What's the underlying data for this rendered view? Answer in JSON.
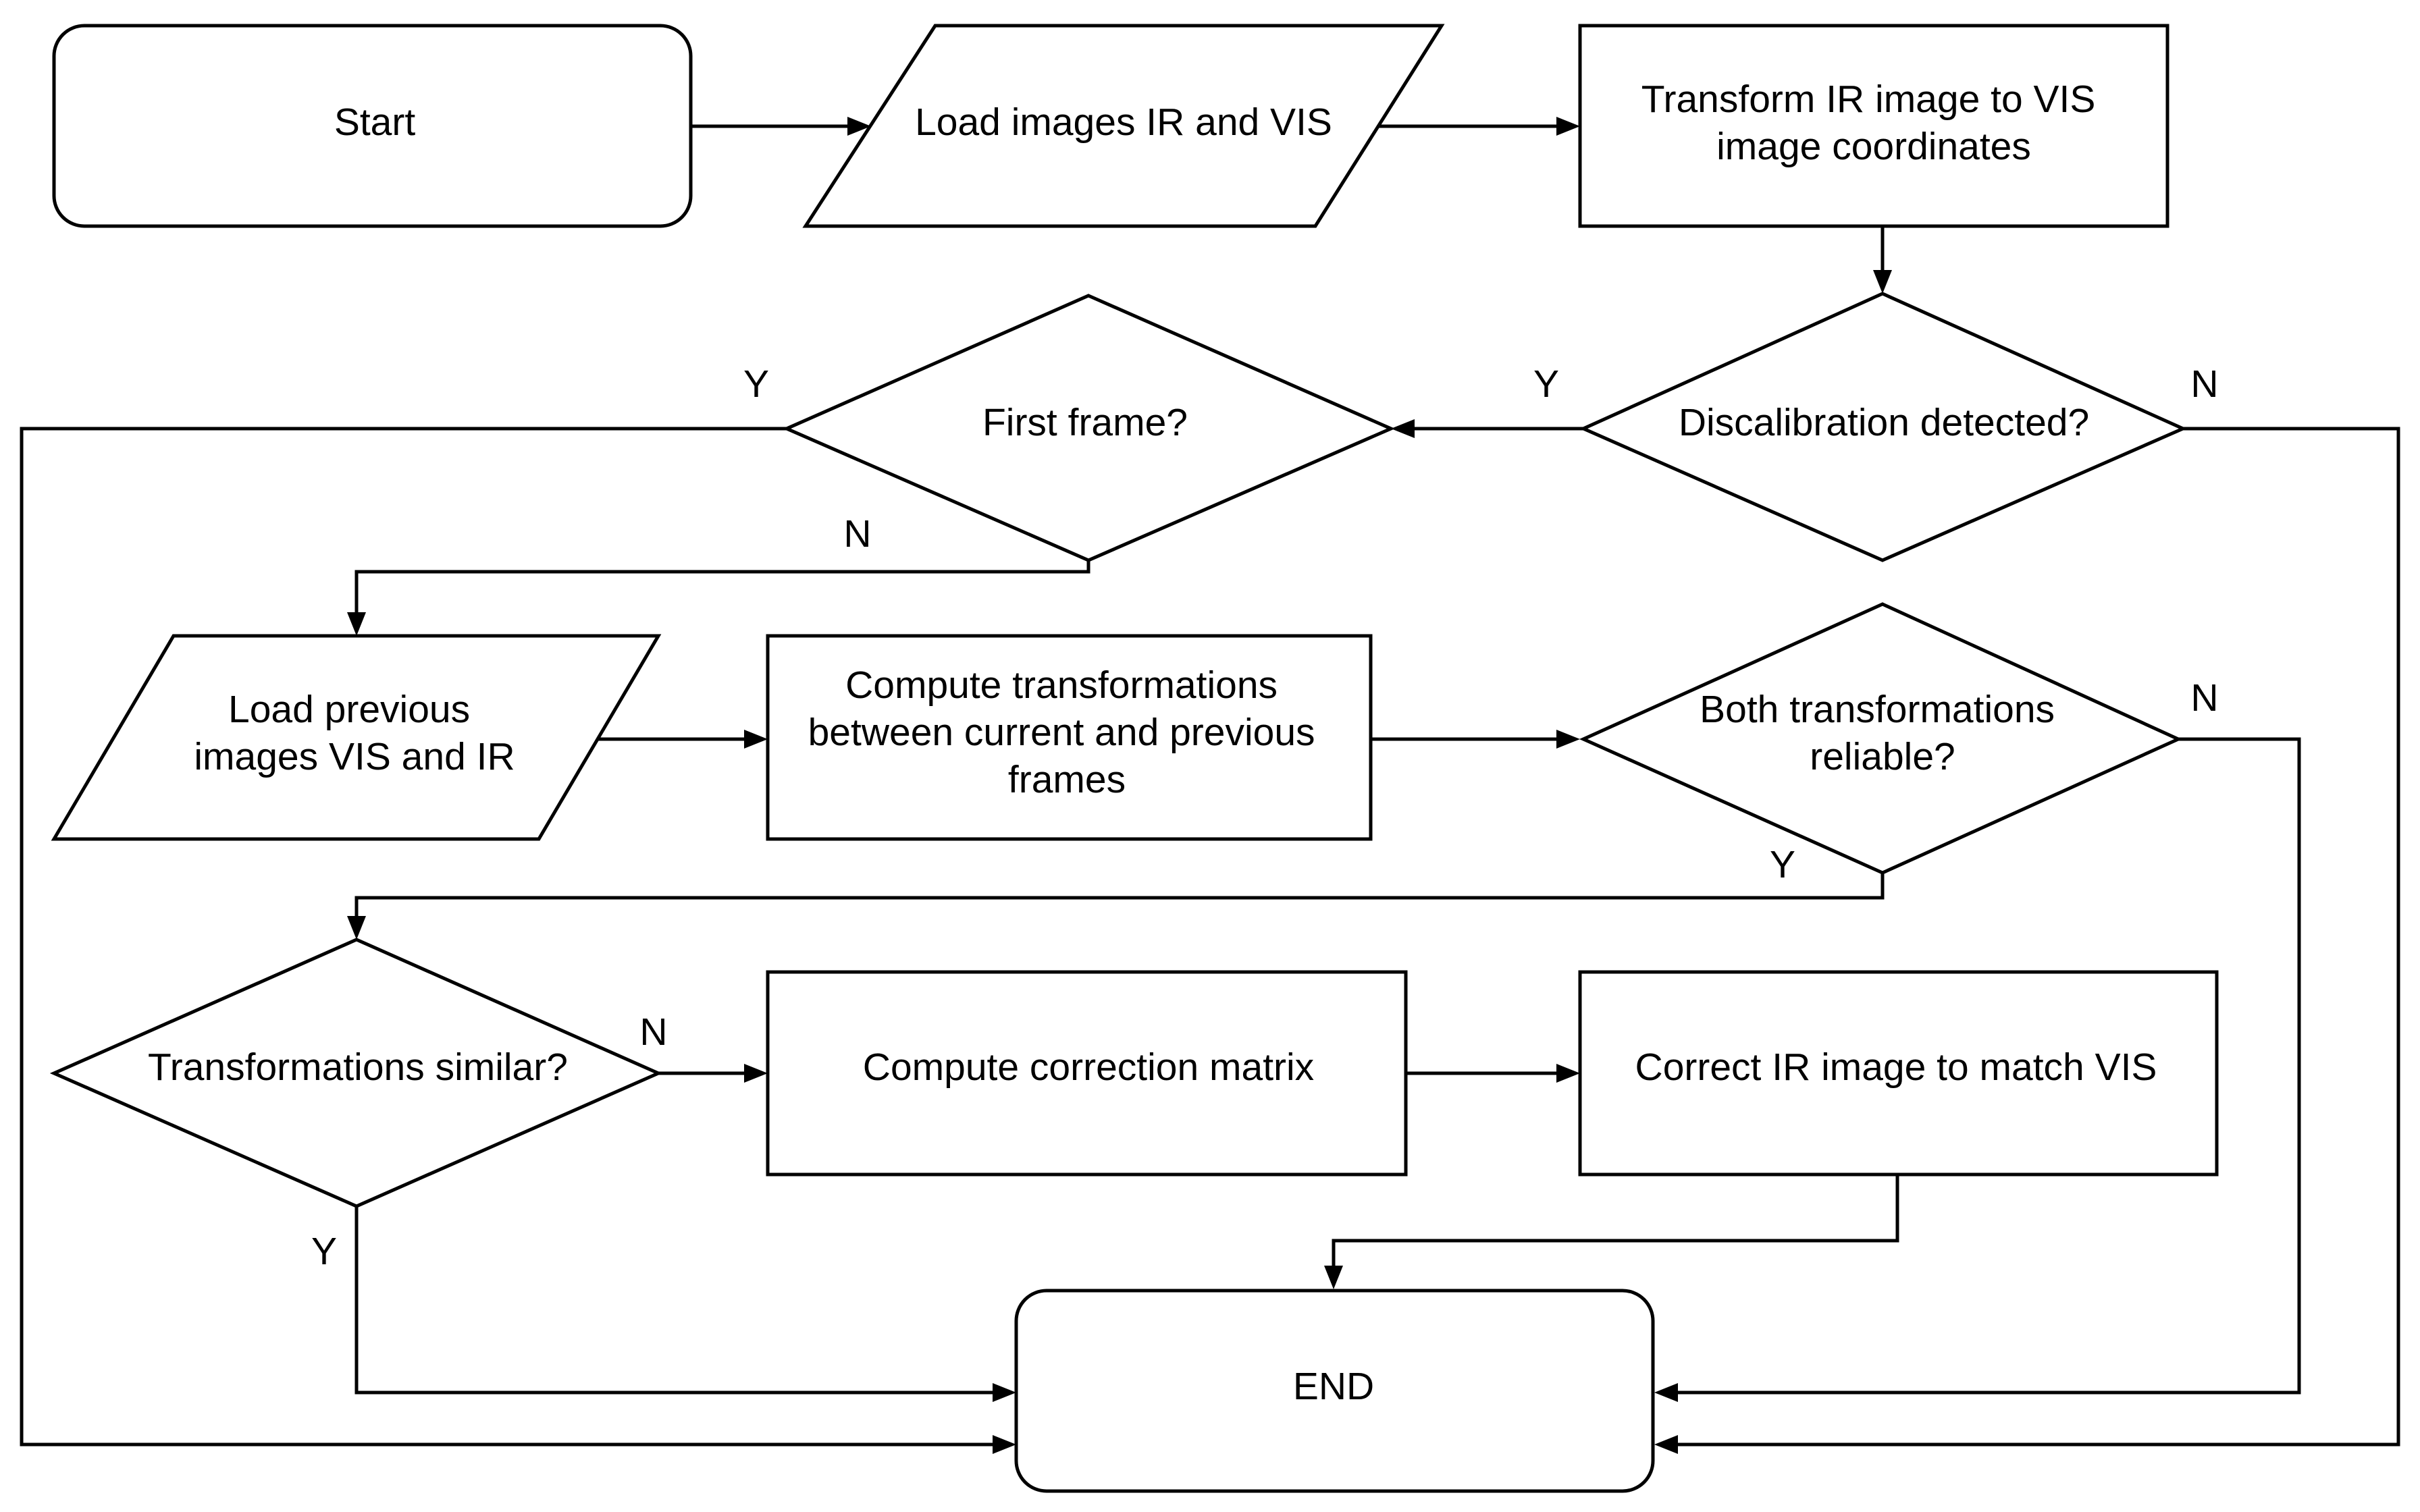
{
  "nodes": {
    "start": "Start",
    "load_images": "Load images IR and VIS",
    "transform": [
      "Transform IR image to VIS",
      "image coordinates"
    ],
    "discalibration": "Discalibration detected?",
    "first_frame": "First frame?",
    "load_previous": [
      "Load previous",
      "images VIS and IR"
    ],
    "compute_transformations": [
      "Compute transformations",
      "between current and previous",
      "frames"
    ],
    "both_reliable": [
      "Both transformations",
      "reliable?"
    ],
    "transformations_similar": "Transformations similar?",
    "compute_correction": "Compute correction matrix",
    "correct_ir": "Correct IR image to match VIS",
    "end": "END"
  },
  "edge_labels": {
    "discalibration_yes": "Y",
    "discalibration_no": "N",
    "first_frame_yes": "Y",
    "first_frame_no": "N",
    "reliable_no": "N",
    "reliable_yes": "Y",
    "similar_no": "N",
    "similar_yes": "Y"
  }
}
